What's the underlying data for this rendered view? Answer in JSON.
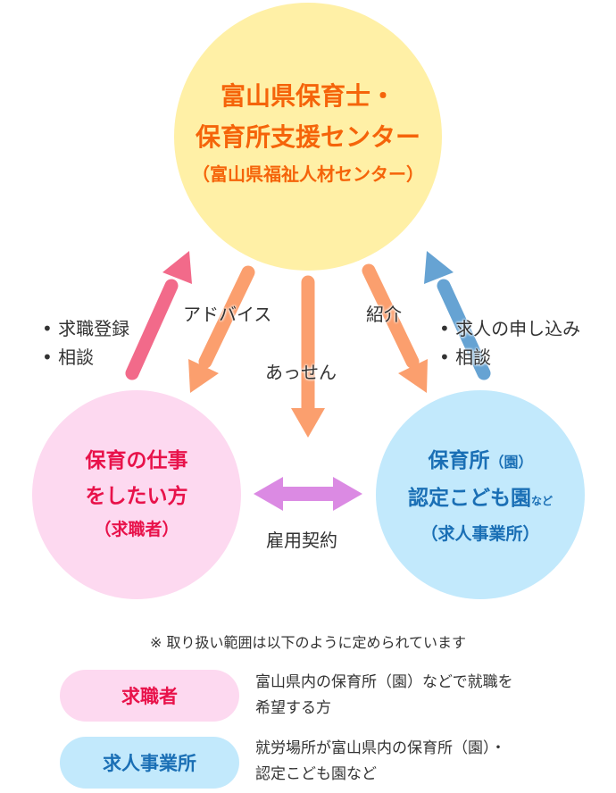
{
  "colors": {
    "center_circle": "#fff0a6",
    "center_text": "#f5640a",
    "seeker_circle": "#fdd9f0",
    "seeker_text": "#e8124a",
    "employer_circle": "#c2e9fc",
    "employer_text": "#1a6fb5",
    "arrow_seeker_up": "#f26a8a",
    "arrow_orange": "#fb9f6e",
    "arrow_employer_up": "#66a3d3",
    "arrow_contract": "#db8ae3",
    "label_text": "#333333"
  },
  "center": {
    "line1": "富山県保育士・",
    "line2": "保育所支援センター",
    "line3": "（富山県福祉人材センター）"
  },
  "seeker": {
    "line1": "保育の仕事",
    "line2": "をしたい方",
    "line3": "（求職者）"
  },
  "employer": {
    "line1_main": "保育所",
    "line1_small": "（園）",
    "line2_main": "認定こども園",
    "line2_small": "など",
    "line3": "（求人事業所）"
  },
  "flows": {
    "seeker_to_center": [
      "求職登録",
      "相談"
    ],
    "advice": "アドバイス",
    "mediation": "あっせん",
    "introduction": "紹介",
    "employer_to_center": [
      "求人の申し込み",
      "相談"
    ],
    "contract": "雇用契約"
  },
  "notes": {
    "heading": "※ 取り扱い範囲は以下のように定められています",
    "items": [
      {
        "label": "求職者",
        "desc_line1": "富山県内の保育所（園）などで就職を",
        "desc_line2": "希望する方"
      },
      {
        "label": "求人事業所",
        "desc_line1": "就労場所が富山県内の保育所（園）・",
        "desc_line2": "認定こども園など"
      }
    ]
  }
}
